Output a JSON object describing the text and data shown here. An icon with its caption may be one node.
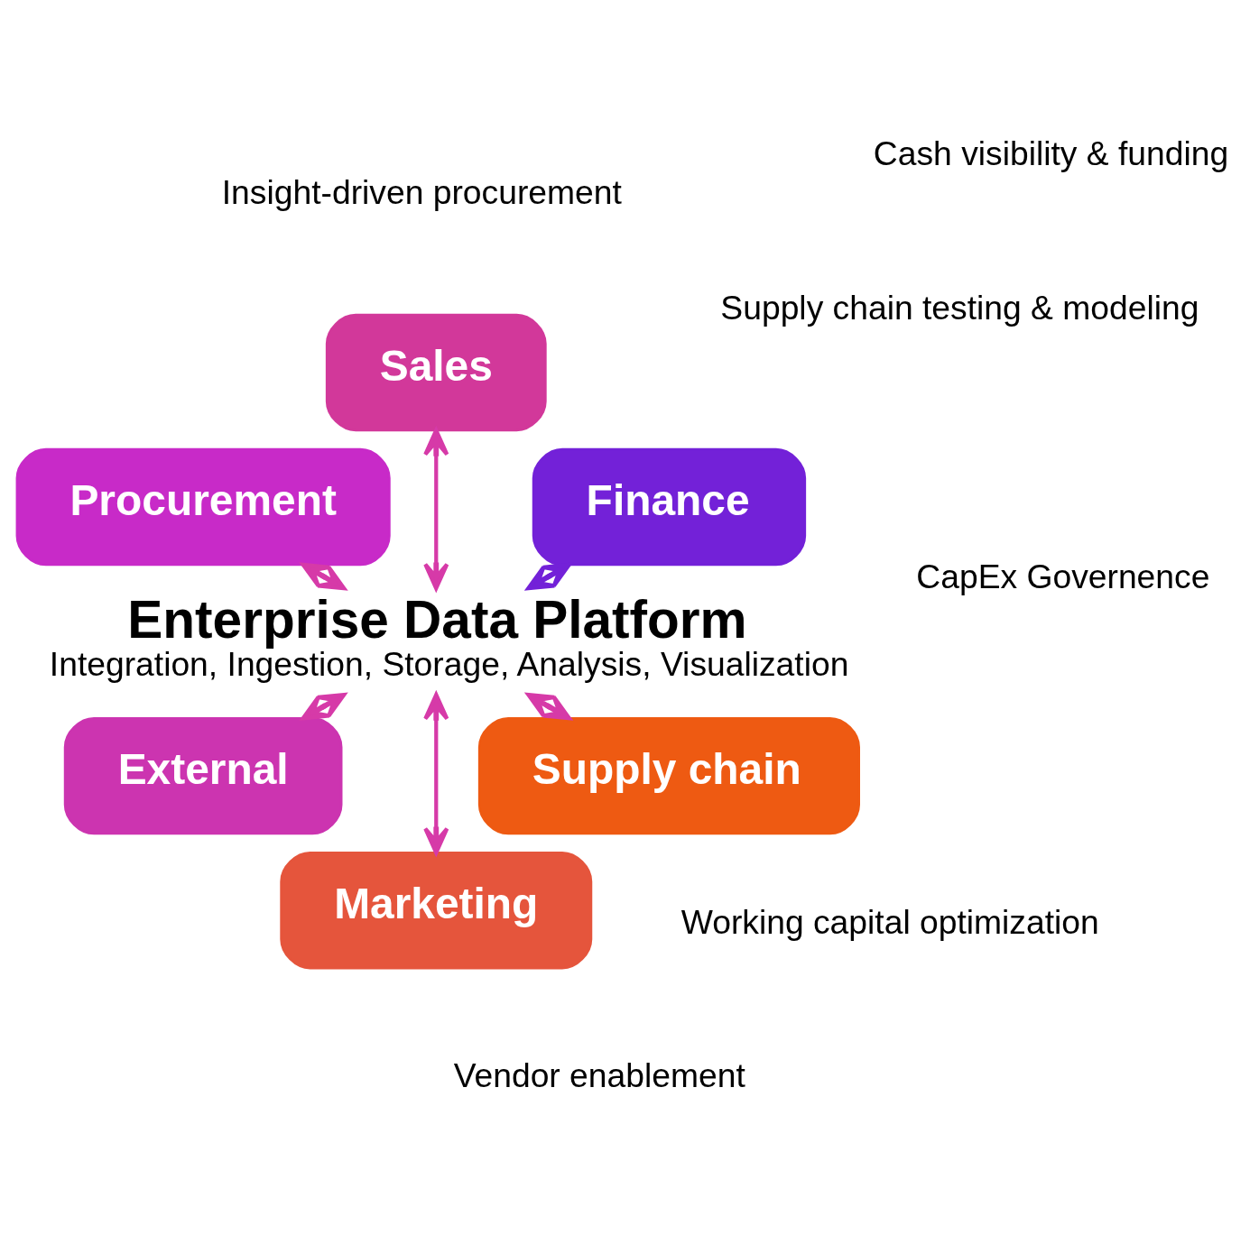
{
  "diagram": {
    "nodes": [
      {
        "text": [
          "Enterprise Data Platform",
          "Integration, Ingestion, Storage, Analysis, Visualization"
        ]
      },
      {
        "text": [
          "Finance"
        ]
      },
      {
        "text": [
          "Sales"
        ]
      },
      {
        "text": [
          "Procurement"
        ]
      },
      {
        "text": [
          "External"
        ]
      },
      {
        "text": [
          "Marketing"
        ]
      },
      {
        "text": [
          "Supply chain"
        ]
      }
    ],
    "edges": [
      {
        "from": 0,
        "to": 1,
        "arrow": "both",
        "color": "#7321d8"
      },
      {
        "from": 0,
        "to": 2,
        "arrow": "both"
      },
      {
        "from": 0,
        "to": 3,
        "arrow": "both"
      },
      {
        "from": 0,
        "to": 4,
        "arrow": "both"
      },
      {
        "from": 0,
        "to": 5,
        "arrow": "both"
      },
      {
        "from": 0,
        "to": 6,
        "arrow": "both"
      }
    ],
    "labels": [
      "Working capital optimization",
      "Supply chain testing & modeling",
      "CapEx Governence",
      "Vendor enablement",
      "Insight-driven procurement",
      "Cash visibility & funding"
    ]
  }
}
